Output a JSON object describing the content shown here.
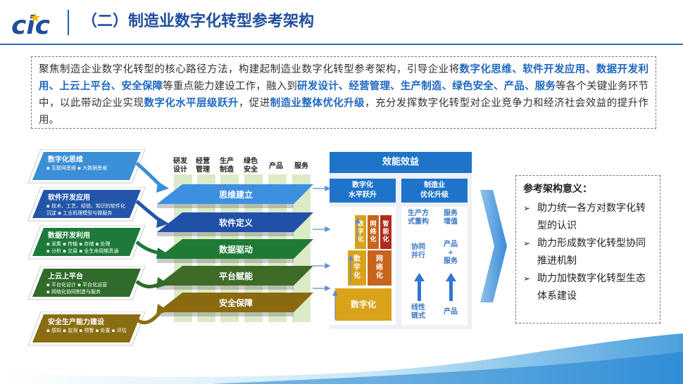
{
  "header": {
    "logo_text": "cic",
    "title": "（二）制造业数字化转型参考架构"
  },
  "intro": {
    "segments": [
      {
        "text": "聚焦制造企业数字化转型的核心路径方法，构建起制造业数字化转型参考架构，引导企业将",
        "hl": false
      },
      {
        "text": "数字化思维、软件开发应用、数据开发利用、上云上平台、安全保障",
        "hl": true
      },
      {
        "text": "等重点能力建设工作，融入到",
        "hl": false
      },
      {
        "text": "研发设计、经营管理、生产制造、绿色安全、产品、服务",
        "hl": true
      },
      {
        "text": "等各个关键业务环节中，以此带动企业实现",
        "hl": false
      },
      {
        "text": "数字化水平层级跃升",
        "hl": true
      },
      {
        "text": "，促进",
        "hl": false
      },
      {
        "text": "制造业整体优化升级",
        "hl": true
      },
      {
        "text": "，充分发挥数字化转型对企业竞争力和经济社会效益的提升作用。",
        "hl": false
      }
    ]
  },
  "capabilities": [
    {
      "title": "数字化思维",
      "sub1": "▪ 互联网思维  ▪ 大数据思维",
      "sub2": "",
      "color": "#3b8fd6"
    },
    {
      "title": "软件开发应用",
      "sub1": "▪ 技术、工艺、经验、知识的软件化",
      "sub2": "沉淀  ▪ 工业机理模型与微服务",
      "color": "#2356a8"
    },
    {
      "title": "数据开发利用",
      "sub1": "▪ 采集 ▪ 传输 ▪ 存储 ▪ 处理",
      "sub2": "▪ 分析 ▪ 交易 ▪ 全生命周期贯通",
      "color": "#1d7a3a"
    },
    {
      "title": "上云上平台",
      "sub1": "▪ 平台化设计  ▪ 平台化运营",
      "sub2": "▪ 网络化协同制造与服务",
      "color": "#2f6b2a"
    },
    {
      "title": "安全生产能力建设",
      "sub1": "▪ 感知 ▪ 监测 ▪ 预警 ▪ 处置 ▪ 评估",
      "sub2": "",
      "color": "#8a6d12"
    }
  ],
  "columns": [
    "研发\n设计",
    "经营\n管理",
    "生产\n制造",
    "绿色\n安全",
    "产品",
    "服务"
  ],
  "layers": [
    {
      "label": "思维建立",
      "color": "#3d8fe0"
    },
    {
      "label": "软件定义",
      "color": "#2050a8"
    },
    {
      "label": "数据驱动",
      "color": "#1f7a36"
    },
    {
      "label": "平台赋能",
      "color": "#3f6b26"
    },
    {
      "label": "安全保障",
      "color": "#8a6a10"
    }
  ],
  "benefits": {
    "title": "效能效益",
    "left_title": "数字化\n水平跃升",
    "right_title": "制造业\n优化升级",
    "stairs": [
      {
        "label": "数字化",
        "color": "#d9a21a"
      },
      {
        "label": "数\n字\n化",
        "color": "#d9a21a"
      },
      {
        "label": "网\n络\n化",
        "color": "#c9641c"
      },
      {
        "label": "数\n字\n化",
        "color": "#d9a21a"
      },
      {
        "label": "网\n络\n化",
        "color": "#c9641c"
      },
      {
        "label": "智\n能\n化",
        "color": "#b02b1c"
      }
    ],
    "right_cells": [
      "生产方\n式重构",
      "服务\n增值",
      "协同\n并行",
      "产品\n+\n服务",
      "线性\n链式",
      "产品"
    ]
  },
  "meaning": {
    "heading": "参考架构意义：",
    "items": [
      "助力统一各方对数字化转型的认识",
      "助力形成数字化转型协同推进机制",
      "助力加快数字化转型生态体系建设"
    ],
    "marker": "➢"
  }
}
